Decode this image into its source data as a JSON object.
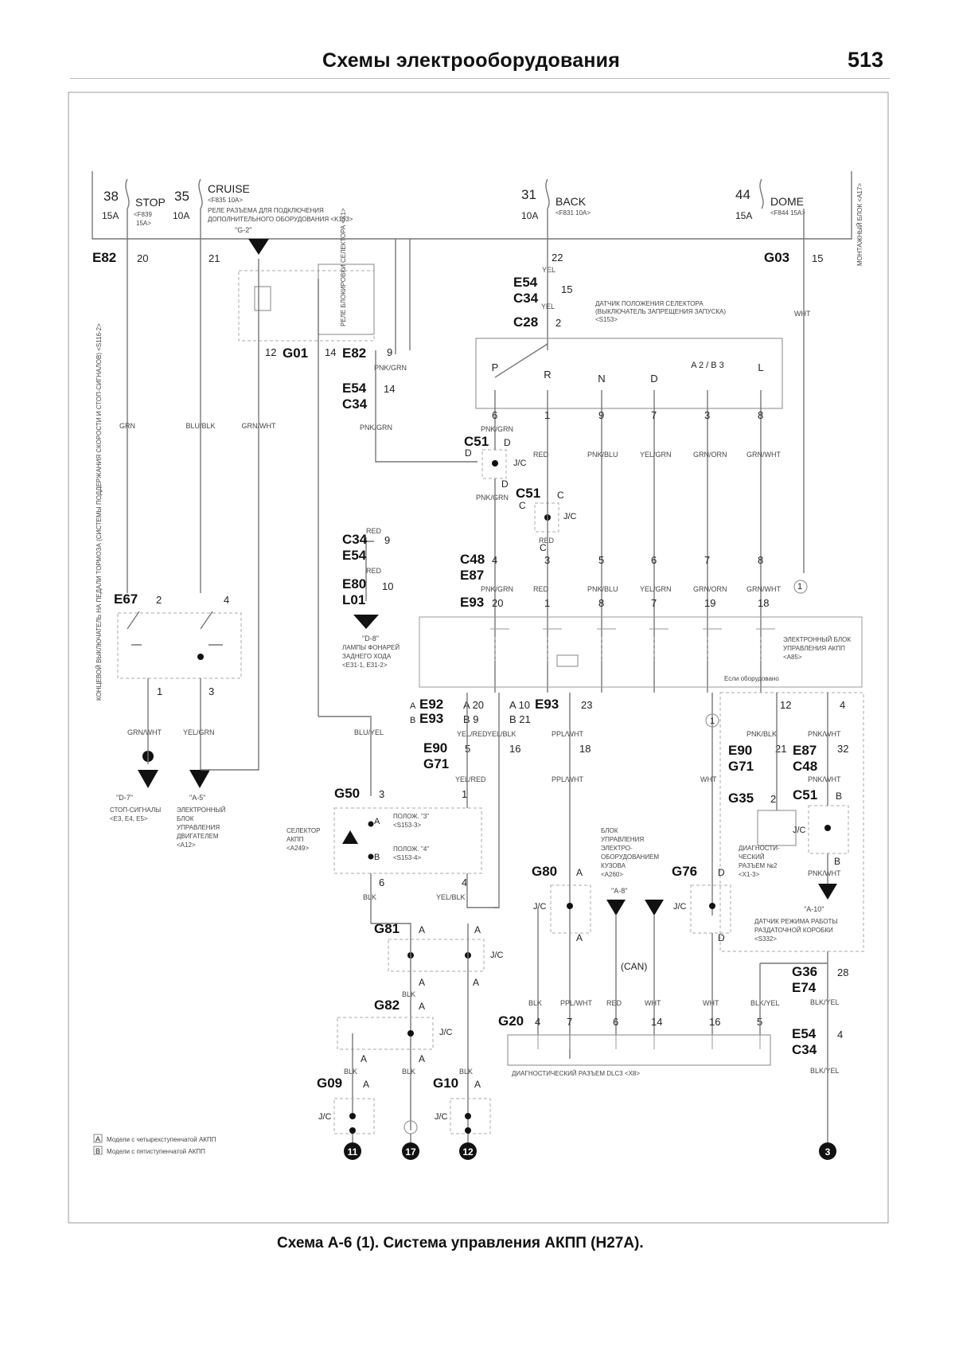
{
  "header": {
    "title": "Схемы электрооборудования",
    "page_number": "513"
  },
  "caption": "Схема А-6 (1). Система управления АКПП (H27A).",
  "fuses": [
    {
      "number": "38",
      "name": "STOP",
      "rating": "15A",
      "ref_line1": "<F839",
      "ref_line2": "15A>"
    },
    {
      "number": "35",
      "name": "CRUISE",
      "rating": "10A",
      "ref_line1": "<F835 10A>"
    },
    {
      "number": "31",
      "name": "BACK",
      "rating": "10A",
      "ref_line1": "<F831 10A>"
    },
    {
      "number": "44",
      "name": "DOME",
      "rating": "15A",
      "ref_line1": "<F844 15A>"
    }
  ],
  "fuse_block_label": "МОНТАЖНЫЙ БЛОК <A17>",
  "relay_connector_label_1": "РЕЛЕ РАЗЪЕМА ДЛЯ ПОДКЛЮЧЕНИЯ",
  "relay_connector_label_2": "ДОПОЛНИТЕЛЬНОГО ОБОРУДОВАНИЯ <K133>",
  "lock_relay_label": "РЕЛЕ БЛОКИРОВКИ СЕЛЕКТОРА <K1>",
  "selector_sensor_label_1": "ДАТЧИК ПОЛОЖЕНИЯ СЕЛЕКТОРА",
  "selector_sensor_label_2": "(ВЫКЛЮЧАТЕЛЬ ЗАПРЕЩЕНИЯ ЗАПУСКА)",
  "selector_sensor_label_3": "<S153>",
  "gear_positions": [
    "P",
    "R",
    "N",
    "D",
    "A 2 / B 3",
    "L"
  ],
  "gear_pins_top": [
    "6",
    "1",
    "9",
    "7",
    "3",
    "8"
  ],
  "gear_wires": [
    "PNK/GRN",
    "RED",
    "PNK/BLU",
    "YEL/GRN",
    "GRN/ORN",
    "GRN/WHT"
  ],
  "c48_pins": [
    "4",
    "3",
    "5",
    "6",
    "7",
    "8"
  ],
  "e93_pins": [
    "20",
    "1",
    "8",
    "7",
    "19",
    "18"
  ],
  "ecu_label_1": "ЭЛЕКТРОННЫЙ БЛОК",
  "ecu_label_2": "УПРАВЛЕНИЯ АКПП",
  "ecu_label_3": "<A85>",
  "if_equipped": "Если оборудовано",
  "brake_switch_label": "КОНЦЕВОЙ ВЫКЛЮЧАТЕЛЬ НА ПЕДАЛИ ТОРМОЗА (СИСТЕМЫ ПОДДЕРЖАНИЯ СКОРОСТИ И СТОП-СИГНАЛОВ) <S116-2>",
  "reverse_lamps_label_1": "ЛАМПЫ ФОНАРЕЙ",
  "reverse_lamps_label_2": "ЗАДНЕГО ХОДА",
  "reverse_lamps_label_3": "<E31-1, E31-2>",
  "stop_lamps_label_1": "СТОП-СИГНАЛЫ",
  "stop_lamps_label_2": "<E3, E4, E5>",
  "engine_ecu_label_1": "ЭЛЕКТРОННЫЙ",
  "engine_ecu_label_2": "БЛОК",
  "engine_ecu_label_3": "УПРАВЛЕНИЯ",
  "engine_ecu_label_4": "ДВИГАТЕЛЕМ",
  "engine_ecu_label_5": "<A12>",
  "selector_akpp_label_1": "СЕЛЕКТОР",
  "selector_akpp_label_2": "АКПП",
  "selector_akpp_label_3": "<A249>",
  "pos3_label_1": "ПОЛОЖ. \"3\"",
  "pos3_label_2": "<S153-3>",
  "pos4_label_1": "ПОЛОЖ. \"4\"",
  "pos4_label_2": "<S153-4>",
  "body_ecu_label_1": "БЛОК",
  "body_ecu_label_2": "УПРАВЛЕНИЯ",
  "body_ecu_label_3": "ЭЛЕКТРО-",
  "body_ecu_label_4": "ОБОРУДОВАНИЕМ",
  "body_ecu_label_5": "КУЗОВА",
  "body_ecu_label_6": "<A260>",
  "diag2_label_1": "ДИАГНОСТИ-",
  "diag2_label_2": "ЧЕСКИЙ",
  "diag2_label_3": "РАЗЪЕМ №2",
  "diag2_label_4": "<X1-3>",
  "transfer_label_1": "ДАТЧИК РЕЖИМА РАБОТЫ",
  "transfer_label_2": "РАЗДАТОЧНОЙ КОРОБКИ",
  "transfer_label_3": "<S332>",
  "dlc_label": "ДИАГНОСТИЧЕСКИЙ РАЗЪЕМ DLC3 <X8>",
  "can_label": "(CAN)",
  "g20_pins": [
    "4",
    "7",
    "6",
    "14",
    "16",
    "5"
  ],
  "g20_wires": [
    "BLK",
    "PPL/WHT",
    "RED",
    "WHT",
    "WHT",
    "BLK/YEL"
  ],
  "refs": {
    "g2": "\"G-2\"",
    "d8": "\"D-8\"",
    "d7": "\"D-7\"",
    "a5": "\"A-5\"",
    "a8": "\"A-8\"",
    "a10": "\"A-10\""
  },
  "grounds": [
    "11",
    "17",
    "12",
    "3"
  ],
  "legend": [
    {
      "key": "A",
      "text": "Модели с четырехступенчатой АКПП"
    },
    {
      "key": "B",
      "text": "Модели с пятиступенчатой АКПП"
    }
  ]
}
